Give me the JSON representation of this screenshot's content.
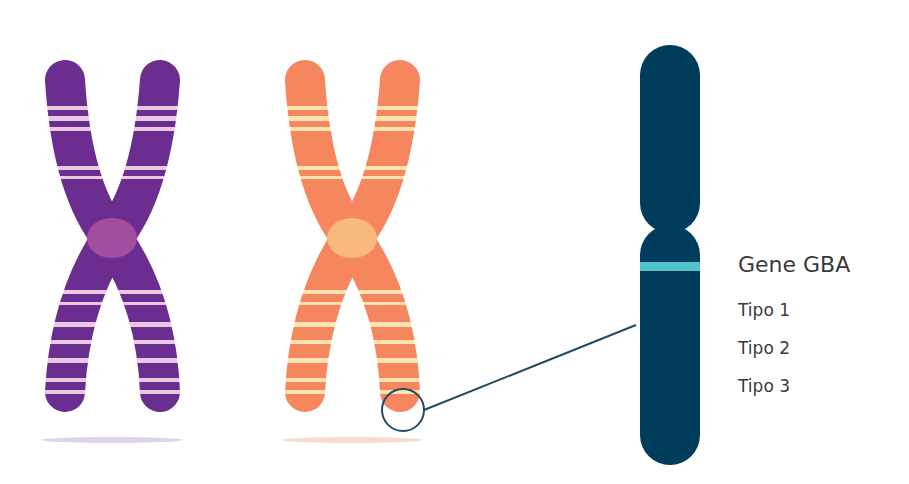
{
  "diagram": {
    "labels": [
      "Gene GBA",
      "Tipo 1",
      "Tipo 2",
      "Tipo 3"
    ]
  }
}
